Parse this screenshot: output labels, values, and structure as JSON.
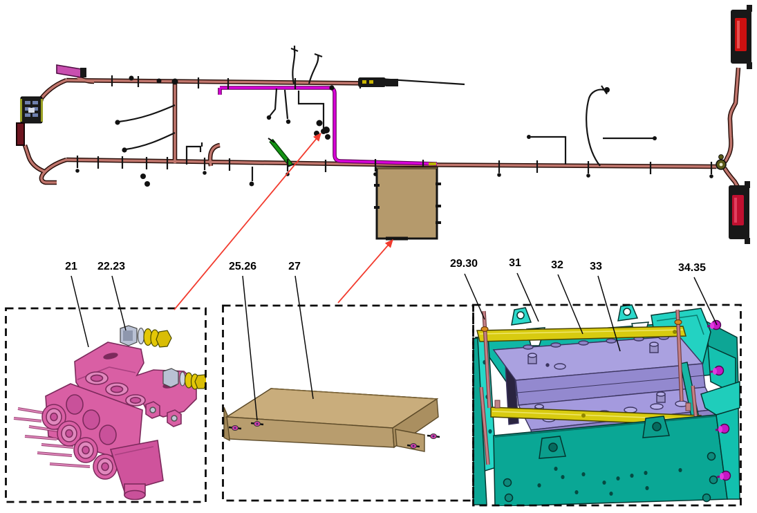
{
  "callouts": {
    "valve": [
      {
        "label": "21"
      },
      {
        "label": "22.23"
      }
    ],
    "cover": [
      {
        "label": "25.26"
      },
      {
        "label": "27"
      }
    ],
    "battery": [
      {
        "label": "29.30"
      },
      {
        "label": "31"
      },
      {
        "label": "32"
      },
      {
        "label": "33"
      },
      {
        "label": "34.35"
      }
    ]
  },
  "colors": {
    "harness_wire": "#c1766d",
    "highlight_wire": "#d901d9",
    "ground_wire": "#149414",
    "cover_tan": "#b59a6c",
    "valve_pink": "#d95fa4",
    "tray_teal": "#10b7a6",
    "battery_purple": "#a096d8",
    "holddown_yellow": "#d8cb10",
    "fastener_yellow": "#e3c707",
    "bolt_magenta": "#c517c5",
    "lamp_red": "#cc1010",
    "arrow_red": "#f23b2e",
    "callout_text": "#000000"
  }
}
